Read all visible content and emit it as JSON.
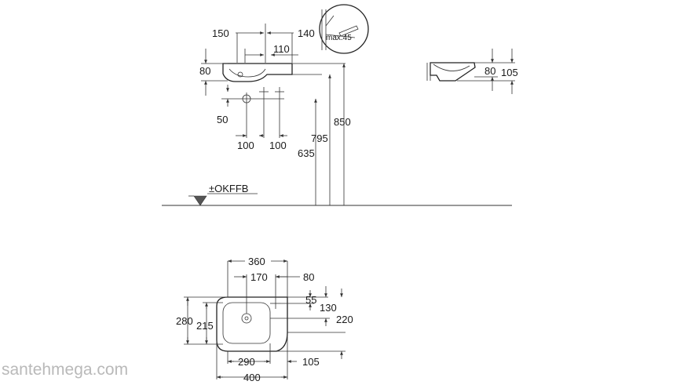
{
  "front_view": {
    "dim_top_left": "150",
    "dim_top_right": "140",
    "dim_110": "110",
    "dim_height": "80",
    "dim_50": "50",
    "dim_100_a": "100",
    "dim_100_b": "100",
    "dim_635": "635",
    "dim_795": "795",
    "dim_850": "850",
    "detail_label": "max.45",
    "floor_label": "±OKFFB"
  },
  "side_view": {
    "dim_80": "80",
    "dim_105": "105"
  },
  "top_view": {
    "dim_360": "360",
    "dim_170": "170",
    "dim_80": "80",
    "dim_55": "55",
    "dim_130": "130",
    "dim_280": "280",
    "dim_215": "215",
    "dim_220": "220",
    "dim_290": "290",
    "dim_105": "105",
    "dim_400": "400"
  },
  "watermark": "santehmega.com"
}
